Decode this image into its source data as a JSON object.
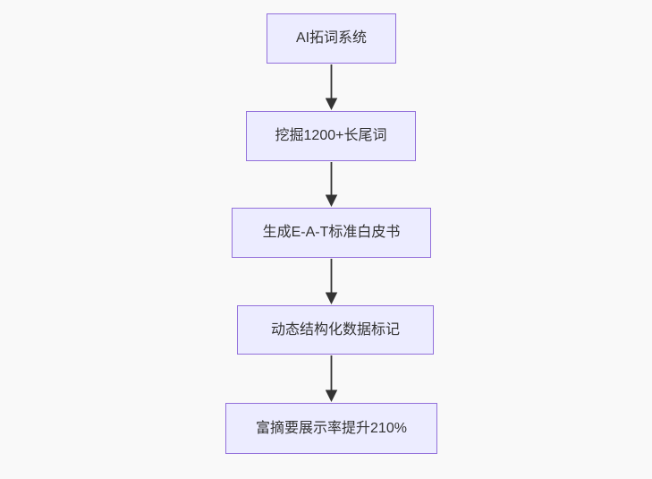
{
  "diagram": {
    "type": "flowchart",
    "direction": "top-down",
    "nodes": [
      {
        "id": "A",
        "label": "AI拓词系统"
      },
      {
        "id": "B",
        "label": "挖掘1200+长尾词"
      },
      {
        "id": "C",
        "label": "生成E-A-T标准白皮书"
      },
      {
        "id": "D",
        "label": "动态结构化数据标记"
      },
      {
        "id": "E",
        "label": "富摘要展示率提升210%"
      }
    ],
    "edges": [
      {
        "from": "A",
        "to": "B"
      },
      {
        "from": "B",
        "to": "C"
      },
      {
        "from": "C",
        "to": "D"
      },
      {
        "from": "D",
        "to": "E"
      }
    ],
    "colors": {
      "node_fill": "#ECECFF",
      "node_border": "#9370DB",
      "text": "#333333",
      "arrow": "#333333",
      "background": "#f9f9f9"
    }
  }
}
